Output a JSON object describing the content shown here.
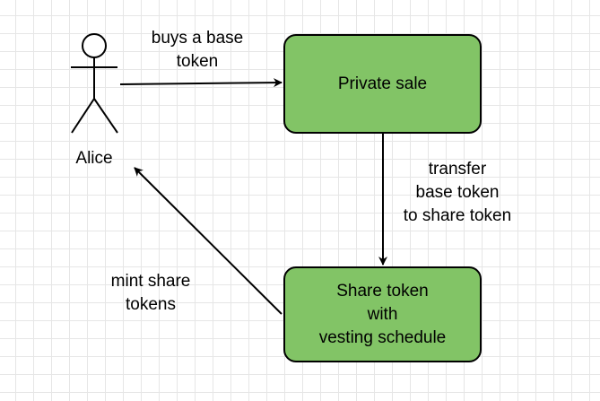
{
  "colors": {
    "box_fill": "#82c466",
    "stroke": "#000000"
  },
  "actor": {
    "name": "Alice",
    "icon": "stick-figure-icon"
  },
  "nodes": {
    "private_sale": "Private sale",
    "share_token": "Share token\nwith\nvesting schedule"
  },
  "edges": {
    "buys": "buys a base\ntoken",
    "transfer": "transfer\nbase token\nto share token",
    "mint": "mint share\ntokens"
  }
}
